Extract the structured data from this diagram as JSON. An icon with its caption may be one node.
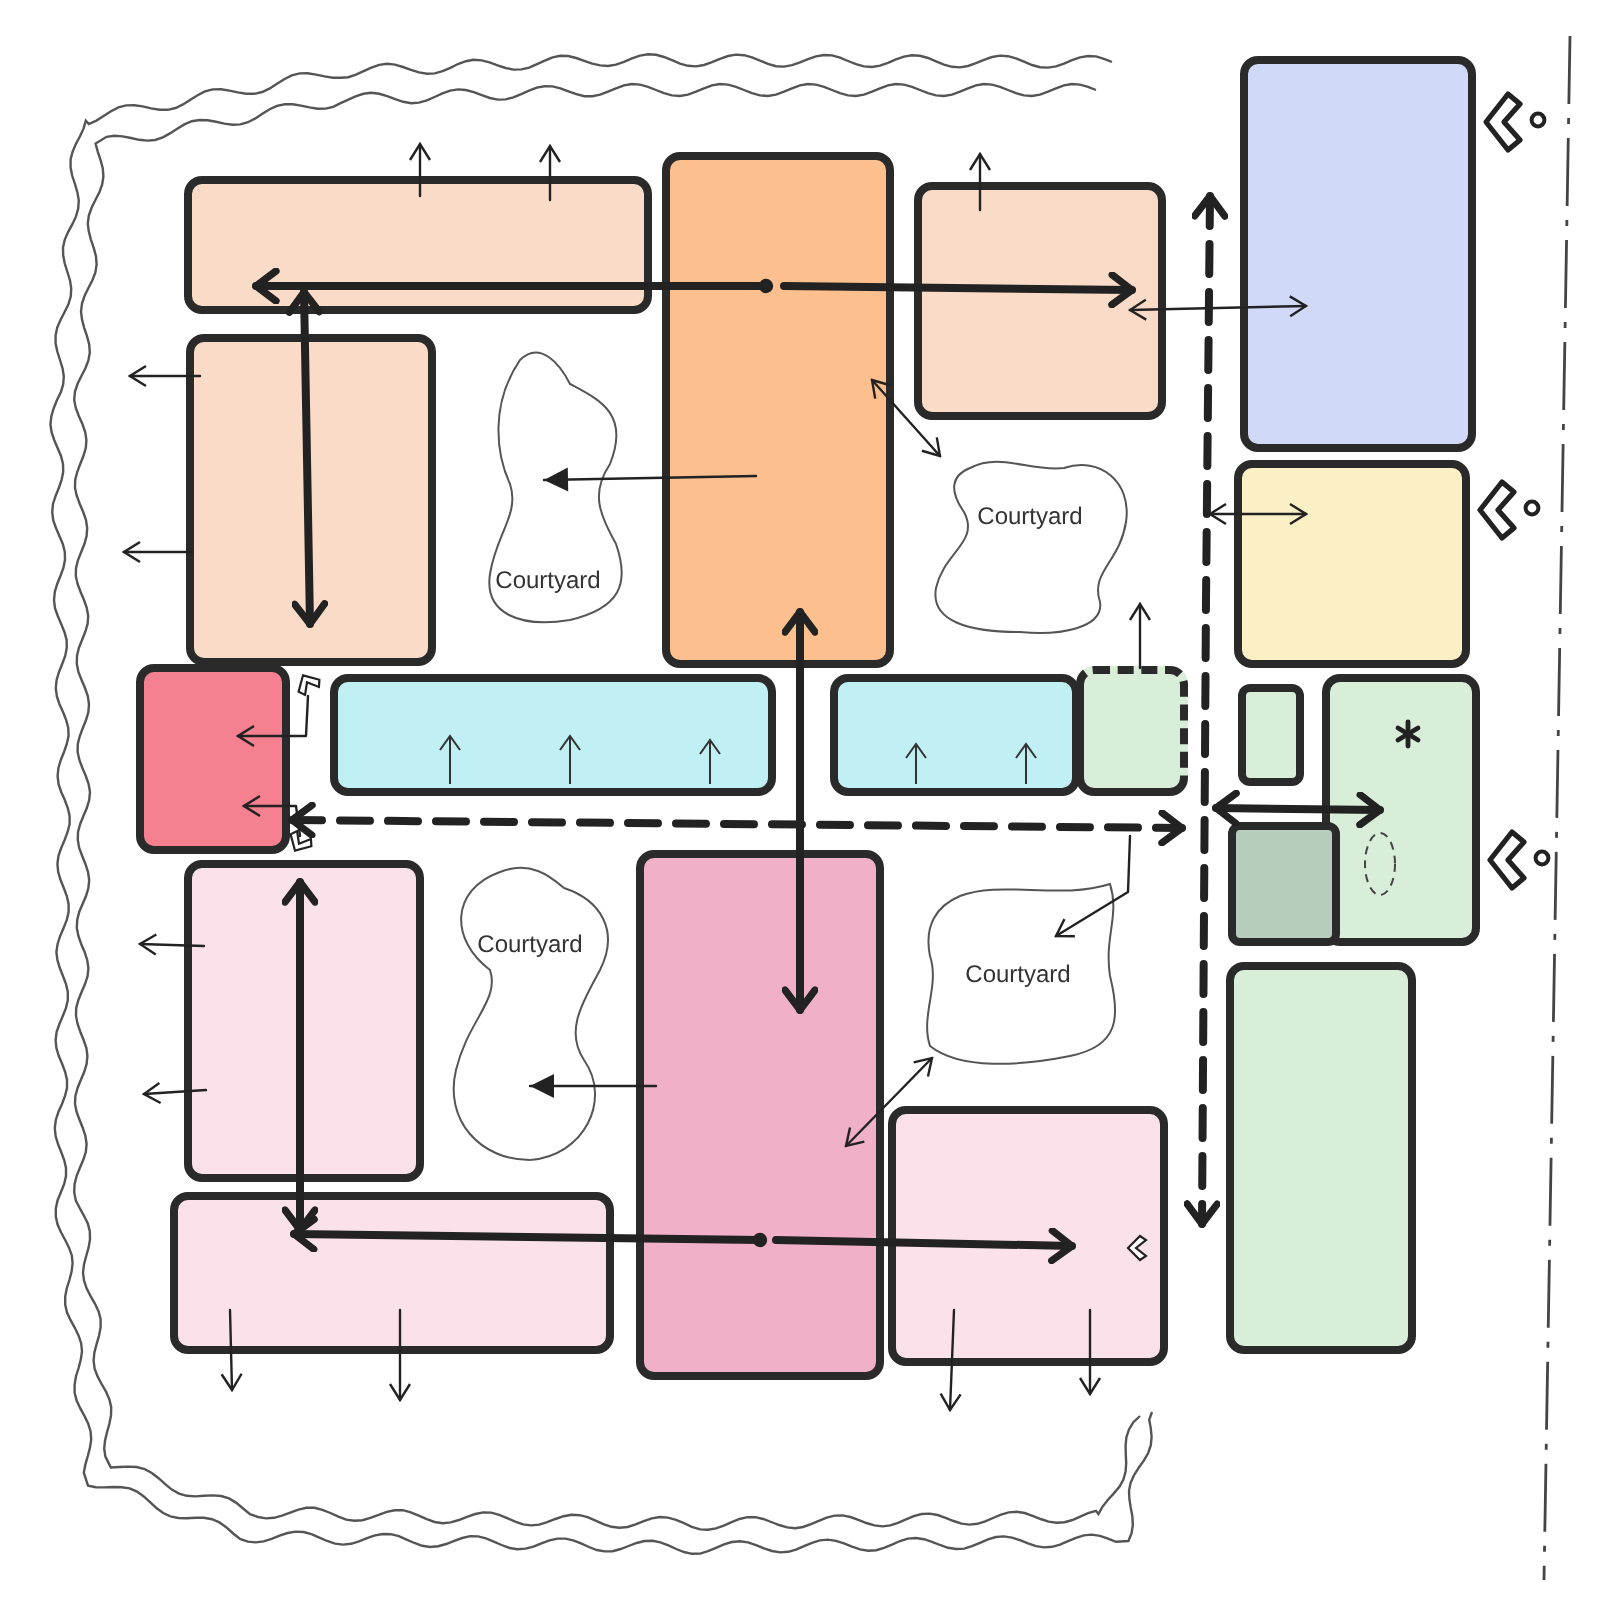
{
  "diagram": {
    "nodes": [
      {
        "text": [],
        "shape": "box"
      },
      {
        "text": [],
        "shape": "box"
      },
      {
        "text": [],
        "shape": "box"
      },
      {
        "text": [],
        "shape": "box"
      },
      {
        "text": [],
        "shape": "box"
      },
      {
        "text": [
          "Courtyard"
        ]
      },
      {
        "text": [
          "Courtyard"
        ]
      },
      {
        "text": [],
        "shape": "box"
      },
      {
        "text": [],
        "shape": "box"
      },
      {
        "text": [],
        "shape": "box"
      },
      {
        "text": [],
        "shape": "box"
      },
      {
        "text": [],
        "shape": "box"
      },
      {
        "text": [],
        "shape": "box"
      },
      {
        "text": [],
        "shape": "box"
      },
      {
        "text": [],
        "shape": "box"
      },
      {
        "text": [],
        "shape": "box"
      },
      {
        "text": [
          "Courtyard"
        ]
      },
      {
        "text": [],
        "shape": "box"
      },
      {
        "text": [
          "Courtyard"
        ]
      },
      {
        "text": [],
        "shape": "box"
      },
      {
        "text": [],
        "shape": "box"
      },
      {
        "text": [],
        "shape": "box"
      }
    ],
    "edges": [
      {
        "from": 1,
        "to": 0,
        "arrow": "to",
        "style": "thick"
      },
      {
        "from": 1,
        "to": 2,
        "arrow": "to",
        "style": "thick"
      },
      {
        "from": 0,
        "to": 4,
        "arrow": "both",
        "style": "thick"
      },
      {
        "from": 1,
        "to": 17,
        "arrow": "both",
        "style": "thick"
      },
      {
        "from": 17,
        "to": 20,
        "arrow": "to",
        "style": "thick"
      },
      {
        "from": 17,
        "to": 21,
        "arrow": "to",
        "style": "thick"
      },
      {
        "from": 20,
        "to": 15,
        "arrow": "both",
        "style": "thick"
      },
      {
        "from": 8,
        "to": 14,
        "arrow": "both",
        "style": "dashed"
      },
      {
        "from": 12,
        "to": 13,
        "arrow": "both",
        "style": "thick"
      },
      {
        "from": 1,
        "to": 5,
        "arrow": "to"
      },
      {
        "from": 1,
        "to": 6,
        "arrow": "both"
      },
      {
        "from": 2,
        "to": 3,
        "arrow": "both"
      },
      {
        "from": null,
        "to": 7,
        "arrow": "both"
      },
      {
        "from": 17,
        "to": 16,
        "arrow": "to"
      },
      {
        "from": 17,
        "to": 18,
        "arrow": "both"
      },
      {
        "from": null,
        "to": 18,
        "arrow": "to"
      },
      {
        "from": null,
        "to": 8,
        "arrow": "to"
      },
      {
        "from": null,
        "to": 8,
        "arrow": "to"
      },
      {
        "from": 2,
        "to": 21,
        "arrow": "both",
        "style": "dashed"
      },
      {
        "from": 0,
        "to": null,
        "arrow": "to"
      },
      {
        "from": 0,
        "to": null,
        "arrow": "to"
      },
      {
        "from": 2,
        "to": null,
        "arrow": "to"
      },
      {
        "from": 4,
        "to": null,
        "arrow": "to"
      },
      {
        "from": 4,
        "to": null,
        "arrow": "to"
      },
      {
        "from": 15,
        "to": null,
        "arrow": "to"
      },
      {
        "from": 15,
        "to": null,
        "arrow": "to"
      },
      {
        "from": 20,
        "to": null,
        "arrow": "to"
      },
      {
        "from": 20,
        "to": null,
        "arrow": "to"
      },
      {
        "from": 21,
        "to": null,
        "arrow": "to"
      },
      {
        "from": 21,
        "to": null,
        "arrow": "to"
      },
      {
        "from": 11,
        "to": 6,
        "arrow": "to"
      }
    ]
  }
}
